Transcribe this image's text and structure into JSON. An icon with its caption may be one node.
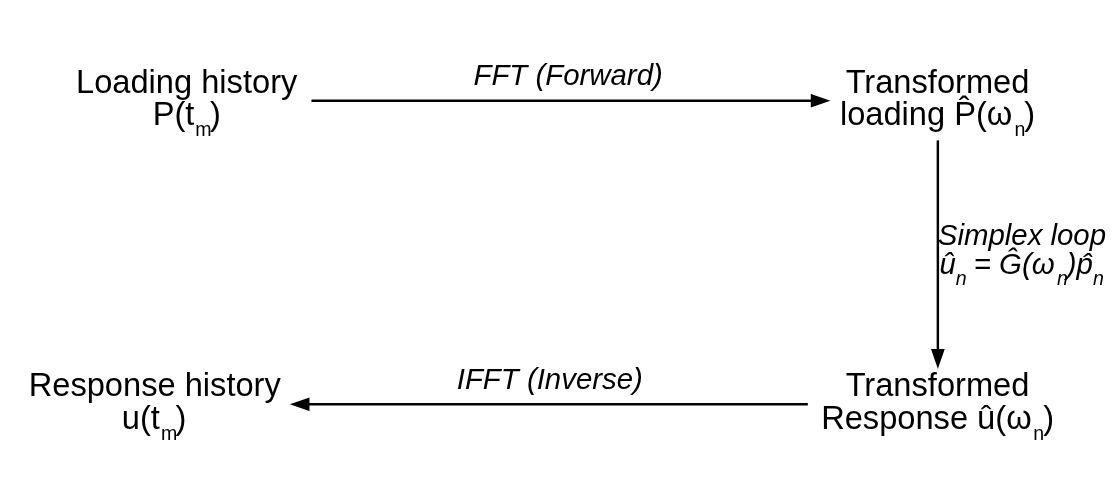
{
  "diagram": {
    "nodes": [
      {
        "text": [
          "Loading history P(t$_{m}$)"
        ]
      },
      {
        "text": [
          "Transformed loading P̂(ω$_{n}$)"
        ]
      },
      {
        "text": [
          "Transformed Response û(ω$_{n}$)"
        ]
      },
      {
        "text": [
          "Response history u(t$_{m}$)"
        ]
      }
    ],
    "edges": [
      {
        "from": 0,
        "to": 1,
        "arrow": "to",
        "label": "FFT (Forward)"
      },
      {
        "from": 1,
        "to": 2,
        "arrow": "to",
        "label": "Simplex loop û$_{n}$ = Ĝ(ω$_{n}$)p̂$_{n}$"
      },
      {
        "from": 2,
        "to": 3,
        "arrow": "to",
        "label": "IFFT (Inverse)"
      }
    ]
  }
}
